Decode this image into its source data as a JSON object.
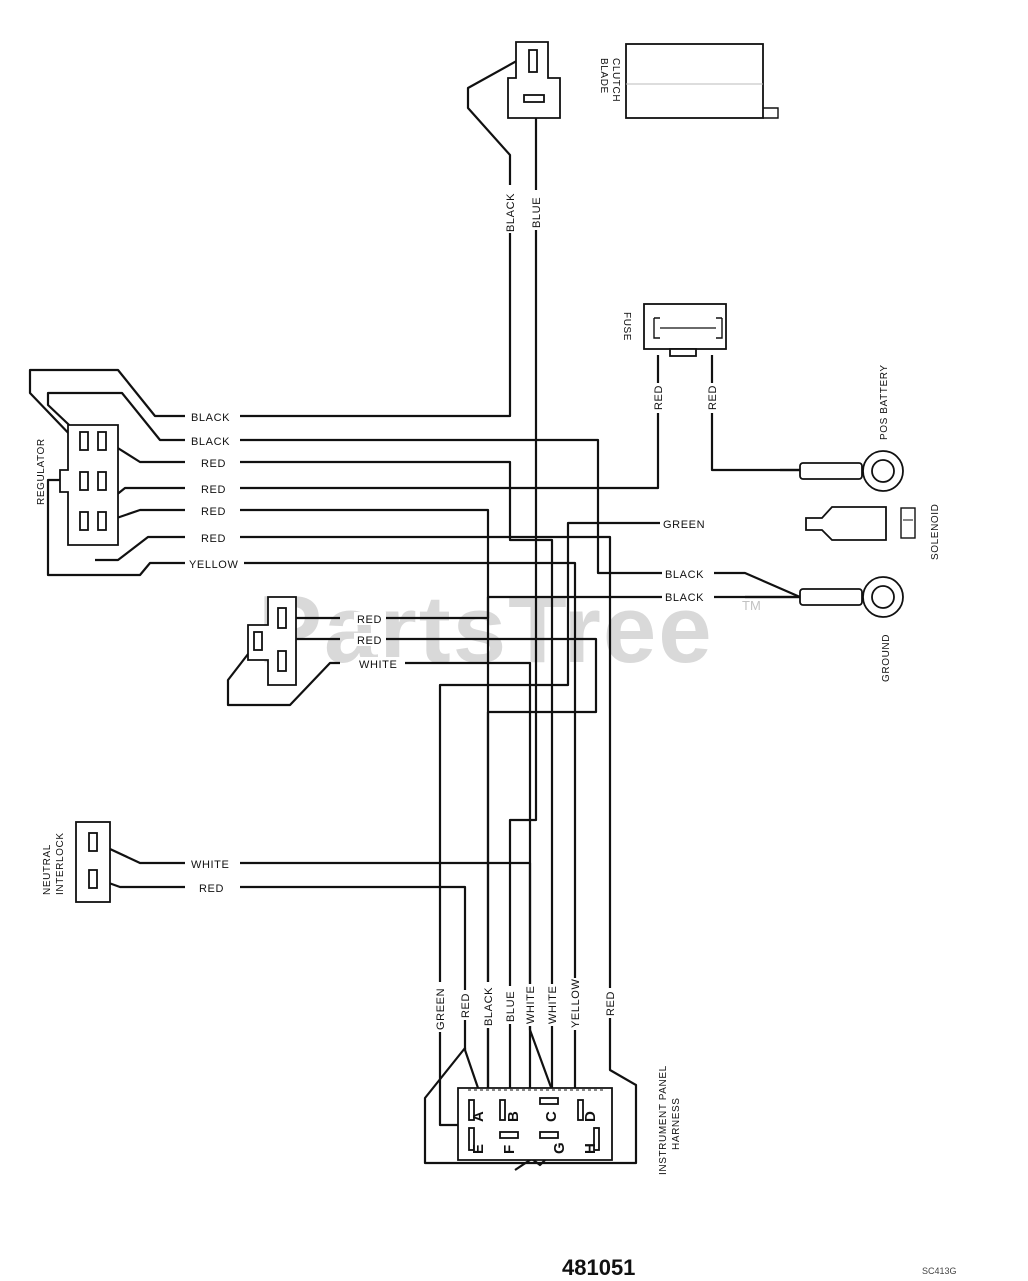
{
  "components": {
    "blade_clutch": [
      "BLADE",
      "CLUTCH"
    ],
    "fuse": "FUSE",
    "pos_battery": "POS BATTERY",
    "solenoid": "SOLENOID",
    "ground": "GROUND",
    "regulator": "REGULATOR",
    "neutral_interlock": [
      "NEUTRAL",
      "INTERLOCK"
    ],
    "instrument_panel_harness": [
      "INSTRUMENT PANEL",
      "HARNESS"
    ]
  },
  "wires": {
    "clutch_black": "BLACK",
    "clutch_blue": "BLUE",
    "fuse_red_left": "RED",
    "fuse_red_right": "RED",
    "reg_black_1": "BLACK",
    "reg_black_2": "BLACK",
    "reg_red_1": "RED",
    "reg_red_2": "RED",
    "reg_red_3": "RED",
    "reg_red_4": "RED",
    "reg_yellow": "YELLOW",
    "green": "GREEN",
    "ground_black_1": "BLACK",
    "ground_black_2": "BLACK",
    "conn_red_1": "RED",
    "conn_red_2": "RED",
    "conn_white": "WHITE",
    "neutral_white": "WHITE",
    "neutral_red": "RED",
    "harness": [
      "GREEN",
      "RED",
      "BLACK",
      "BLUE",
      "WHITE",
      "WHITE",
      "YELLOW",
      "RED"
    ]
  },
  "pins": {
    "top": [
      "A",
      "B",
      "C",
      "D"
    ],
    "bottom": [
      "E",
      "F",
      "G",
      "H"
    ]
  },
  "watermark": "PartsTree",
  "watermark_tm": "TM",
  "part_number": "481051",
  "ref_code": "SC413G"
}
